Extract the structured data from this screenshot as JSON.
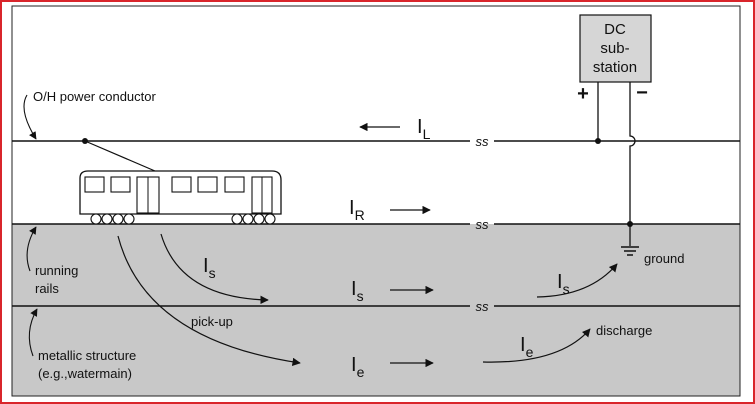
{
  "colors": {
    "frame": "#d9252b",
    "ground_fill": "#c8c8c8",
    "substation_fill": "#d6d6d6",
    "line": "#111111"
  },
  "substation": {
    "lines": [
      "DC",
      "sub-",
      "station"
    ],
    "plus": "+",
    "minus": "−"
  },
  "labels": {
    "oh_conductor": "O/H power conductor",
    "running_rails": [
      "running",
      "rails"
    ],
    "metallic_structure": [
      "metallic structure",
      "(e.g.,watermain)"
    ],
    "pick_up": "pick-up",
    "ground": "ground",
    "discharge": "discharge",
    "break_mark": "ss"
  },
  "currents": {
    "IL": {
      "main": "I",
      "sub": "L"
    },
    "IR": {
      "main": "I",
      "sub": "R"
    },
    "Is_curve": {
      "main": "I",
      "sub": "s"
    },
    "Is_mid": {
      "main": "I",
      "sub": "s"
    },
    "Is_right": {
      "main": "I",
      "sub": "s"
    },
    "Ie_mid": {
      "main": "I",
      "sub": "e"
    },
    "Ie_right": {
      "main": "I",
      "sub": "e"
    }
  },
  "icons": {
    "ground_symbol": "ground-symbol-icon",
    "train": "train-icon",
    "arrow": "arrow-icon"
  }
}
